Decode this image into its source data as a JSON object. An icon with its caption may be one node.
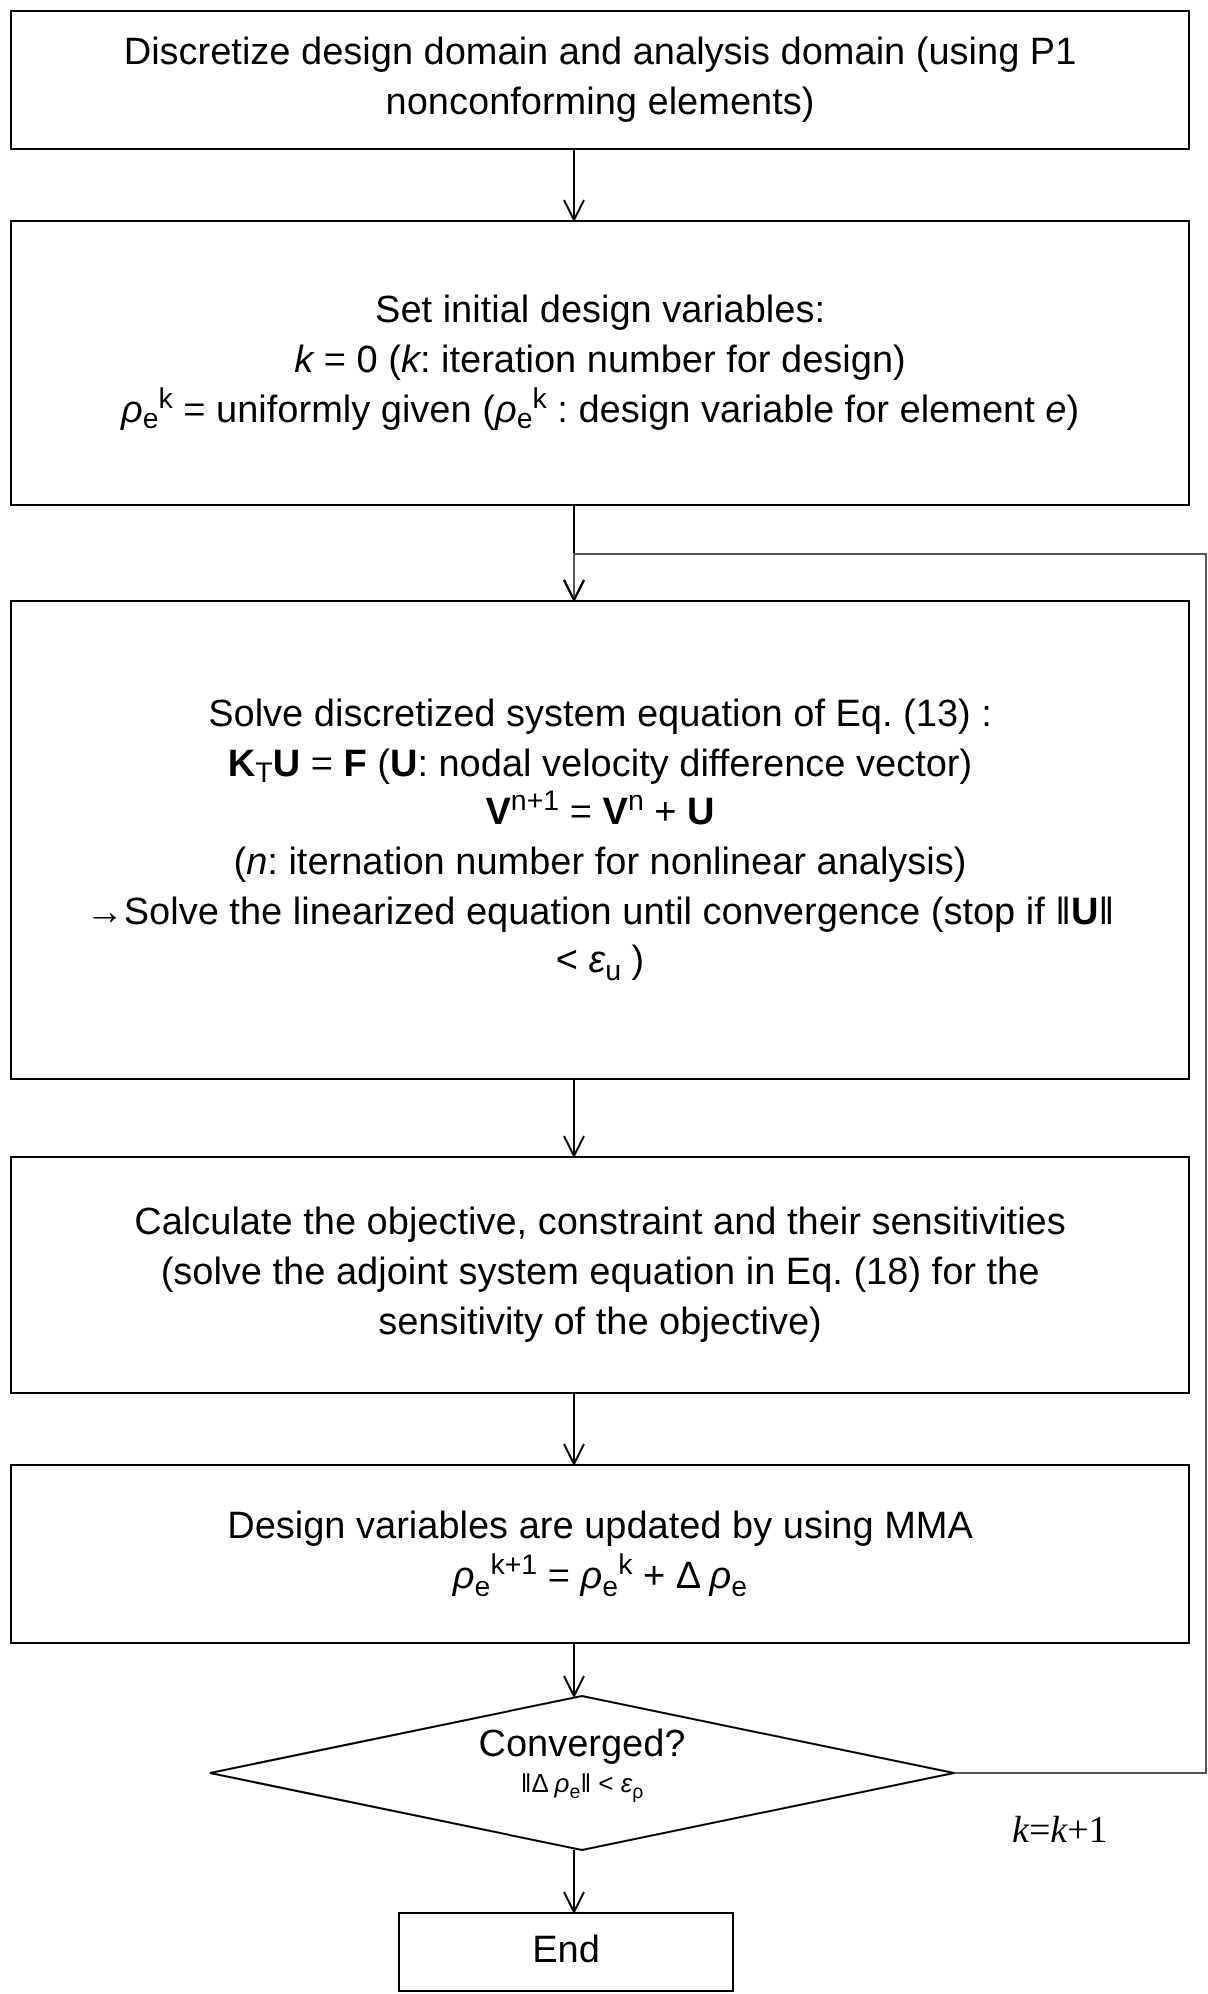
{
  "diagram": {
    "nodes": [
      {
        "text": [
          "Discretize design domain and analysis domain (using P1 nonconforming elements)"
        ]
      },
      {
        "text": [
          "Set initial design variables:",
          "*k* = 0 (*k*: iteration number for design)",
          "*ρ*$_{e}$$^{k}$ = uniformly given (*ρ*$_{e}$$^{k}$ : design variable for element *e*)"
        ]
      },
      {
        "text": [
          "Solve discretized system equation of Eq. (13) :",
          "**K**$_{T}$**U** = **F** (**U**: nodal velocity difference vector)",
          "**V**$^{n+1}$ = **V**$^{n}$ + **U**",
          "(*n*: iternation number for nonlinear analysis)",
          "→Solve the linearized equation until convergence (stop if ‖**U**‖ < *ε*$_{u}$ )"
        ]
      },
      {
        "text": [
          "Calculate the objective, constraint and their sensitivities (solve the adjoint system equation in Eq. (18) for the sensitivity of the objective)"
        ]
      },
      {
        "text": [
          "Design variables are updated by using MMA",
          "*ρ*$_{e}$$^{k+1}$ = *ρ*$_{e}$$^{k}$ + Δ *ρ*$_{e}$"
        ]
      },
      {
        "text": [
          "Converged?",
          "‖Δ *ρ*$_{e}$‖ < *ε*$_{ρ}$"
        ]
      },
      {
        "text": [
          "End"
        ]
      }
    ],
    "edges": [
      {
        "from": 0,
        "to": 1,
        "arrow": "to"
      },
      {
        "from": 1,
        "to": 2,
        "arrow": "to"
      },
      {
        "from": 2,
        "to": 3,
        "arrow": "to"
      },
      {
        "from": 3,
        "to": 4,
        "arrow": "to"
      },
      {
        "from": 4,
        "to": 5,
        "arrow": "to"
      },
      {
        "from": 5,
        "to": 6,
        "arrow": "to"
      },
      {
        "from": 5,
        "to": 2,
        "arrow": "to",
        "label": "*k*=*k*+1"
      }
    ]
  }
}
